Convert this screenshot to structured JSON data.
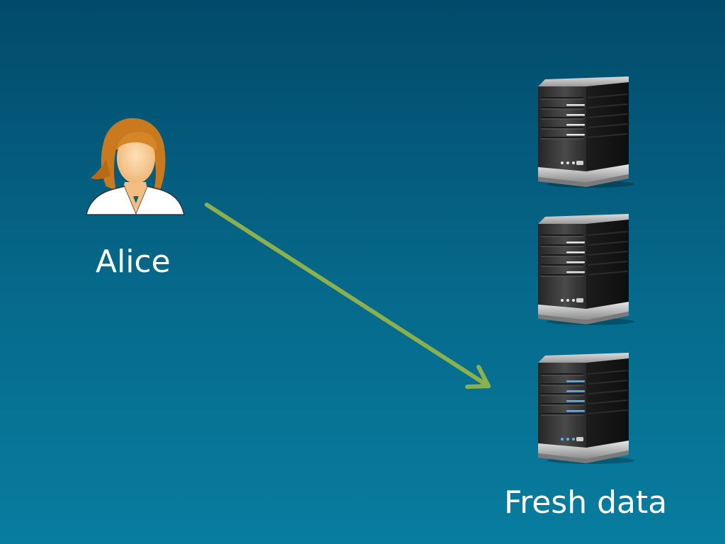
{
  "nodes": {
    "user": {
      "label": "Alice",
      "icon": "person-icon"
    },
    "servers": [
      {
        "icon": "server-icon",
        "state": "idle"
      },
      {
        "icon": "server-icon",
        "state": "idle"
      },
      {
        "icon": "server-icon",
        "state": "active",
        "label": "Fresh data"
      }
    ]
  },
  "edges": [
    {
      "from": "user",
      "to": "servers.2",
      "color": "#8cb04c"
    }
  ],
  "colors": {
    "background_top": "#024a6a",
    "background_bottom": "#087d9f",
    "arrow": "#8cb04c",
    "server_led_idle": "#e6e6e6",
    "server_led_active": "#5ab6f2",
    "hair": "#c97a1e",
    "skin": "#f7c98e"
  }
}
